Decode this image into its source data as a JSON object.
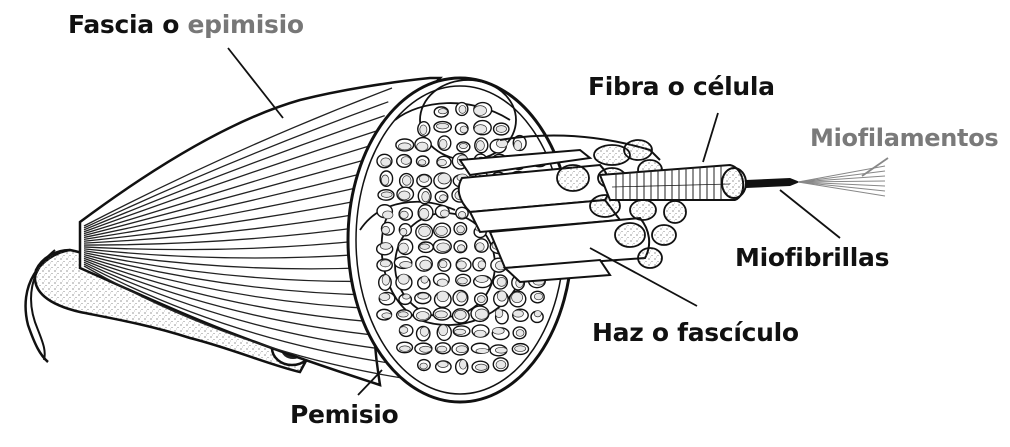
{
  "labels": {
    "fascia_dark": "Fascia o ",
    "fascia_light": "epimisio",
    "fibra": "Fibra o célula",
    "miofilamentos": "Miofilamentos",
    "miofibrillas": "Miofibrillas",
    "haz": "Haz o fascículo",
    "pemisio": "Pemisio"
  },
  "colors": {
    "ink": "#111111",
    "light_label": "#777777",
    "background": "#ffffff"
  }
}
